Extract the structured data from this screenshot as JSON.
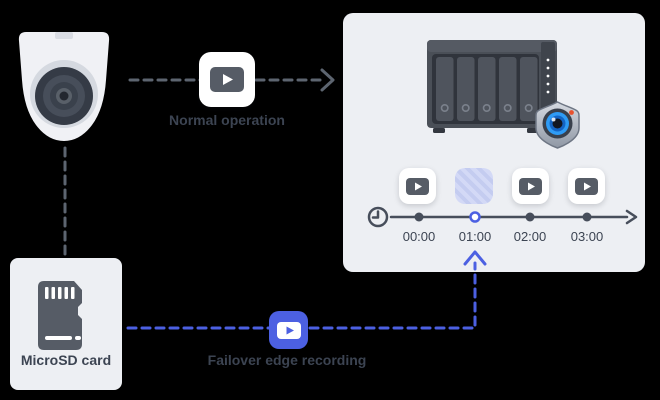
{
  "flows": {
    "normal": {
      "label": "Normal operation"
    },
    "failover": {
      "label": "Failover edge recording"
    }
  },
  "devices": {
    "camera": {
      "name": "ip-camera"
    },
    "nas": {
      "name": "nas-surveillance-server"
    },
    "storage": {
      "label": "MicroSD card"
    }
  },
  "timeline": {
    "ticks": [
      "00:00",
      "01:00",
      "02:00",
      "03:00"
    ],
    "highlighted_tick": "01:00",
    "clips": [
      "recording",
      "missing",
      "recording",
      "recording"
    ]
  },
  "icons": {
    "video": "video-play-icon",
    "clock": "clock-icon",
    "arrow_right": "arrow-right-icon",
    "arrow_up": "arrow-up-icon",
    "shield": "surveillance-shield-icon",
    "microsd": "microsd-card-icon"
  },
  "colors": {
    "background": "#000000",
    "panel": "#edeff3",
    "accent_blue": "#4c60e2",
    "text_dark": "#3c4452",
    "gray_line": "#5d6570",
    "icon_gray": "#565c66",
    "timeline_dark": "#474e5b",
    "lens_blue": "#2e9bf5",
    "alert_red": "#e8512e",
    "missing_hatch": "#c4ccf0"
  }
}
